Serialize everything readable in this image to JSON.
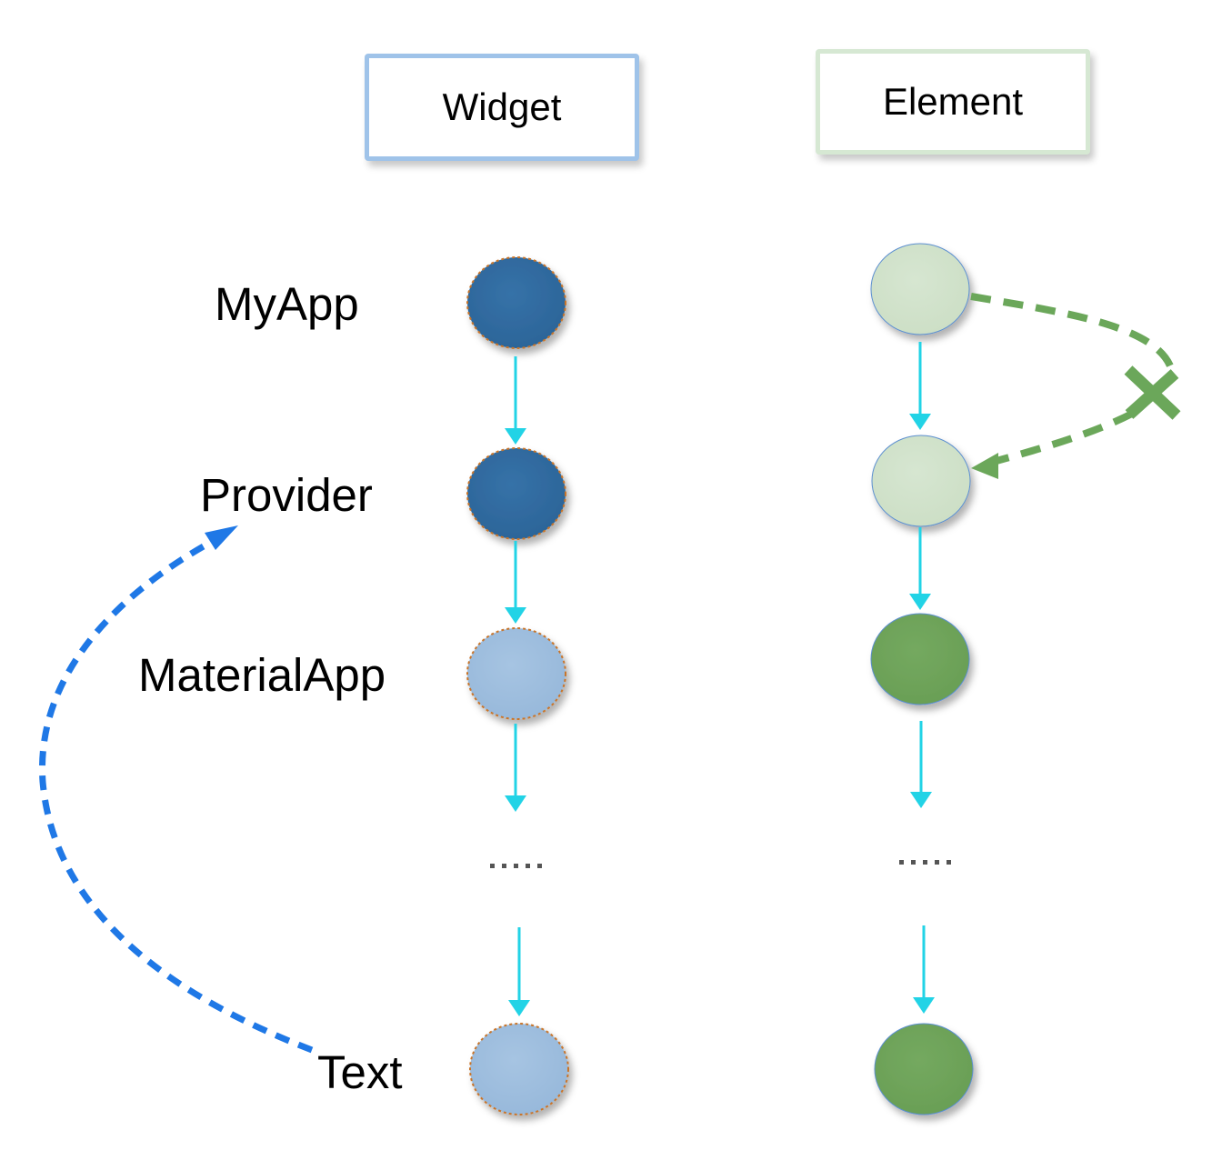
{
  "headers": {
    "widget": "Widget",
    "element": "Element"
  },
  "widget_tree": {
    "nodes": [
      {
        "label": "MyApp",
        "style": "dark"
      },
      {
        "label": "Provider",
        "style": "dark"
      },
      {
        "label": "MaterialApp",
        "style": "light"
      },
      {
        "label": "",
        "style": "ellipsis"
      },
      {
        "label": "Text",
        "style": "light"
      }
    ],
    "ellipsis": "....."
  },
  "element_tree": {
    "nodes": [
      {
        "style": "pale"
      },
      {
        "style": "pale"
      },
      {
        "style": "green"
      },
      {
        "style": "ellipsis"
      },
      {
        "style": "green"
      }
    ],
    "ellipsis": "....."
  },
  "annotations": {
    "blocked_link": {
      "from": "element-myapp",
      "to": "element-provider",
      "marker": "cross-icon"
    },
    "lookup_link": {
      "from": "widget-text",
      "to": "widget-provider"
    }
  },
  "colors": {
    "widget_dark": "#2f6aa0",
    "widget_light": "#9fbfdf",
    "widget_outline": "#c8742c",
    "element_pale": "#d2e3cc",
    "element_green": "#6fa55b",
    "element_outline": "#5b8fd0",
    "flow_arrow": "#22d3e6",
    "lookup_arrow": "#1f78e6",
    "blocked_arrow": "#6ba75a",
    "ellipsis": "#555555"
  }
}
